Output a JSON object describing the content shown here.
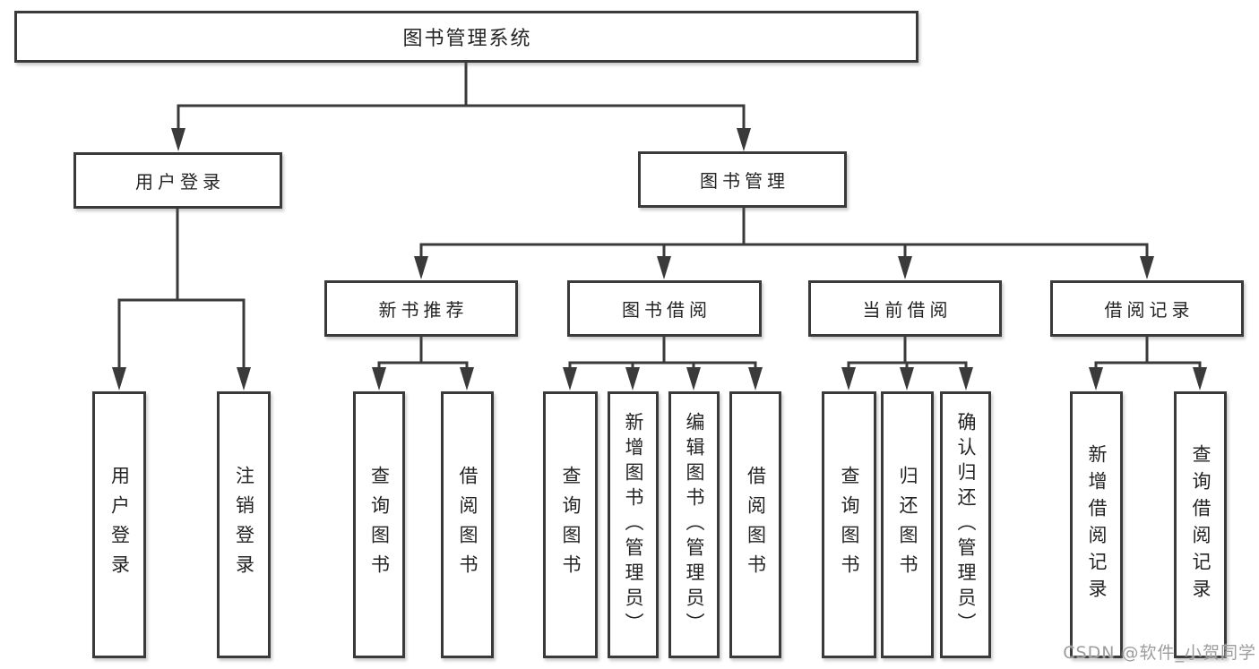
{
  "title": "图书管理系统",
  "watermark": "CSDN @软件_小贺同学",
  "colors": {
    "line": "#3a3a3a",
    "box_border": "#3a3a3a",
    "text": "#242424",
    "background": "#ffffff",
    "watermark": "#9d9d9d"
  },
  "tree": {
    "root": "图书管理系统",
    "branches": [
      {
        "label": "用户登录",
        "children": [
          "用户登录",
          "注销登录"
        ]
      },
      {
        "label": "图书管理",
        "modules": [
          {
            "label": "新书推荐",
            "children": [
              "查询图书",
              "借阅图书"
            ]
          },
          {
            "label": "图书借阅",
            "children": [
              "查询图书",
              "新增图书（管理员）",
              "编辑图书（管理员）",
              "借阅图书"
            ]
          },
          {
            "label": "当前借阅",
            "children": [
              "查询图书",
              "归还图书",
              "确认归还（管理员）"
            ]
          },
          {
            "label": "借阅记录",
            "children": [
              "新增借阅记录",
              "查询借阅记录"
            ]
          }
        ]
      }
    ]
  }
}
